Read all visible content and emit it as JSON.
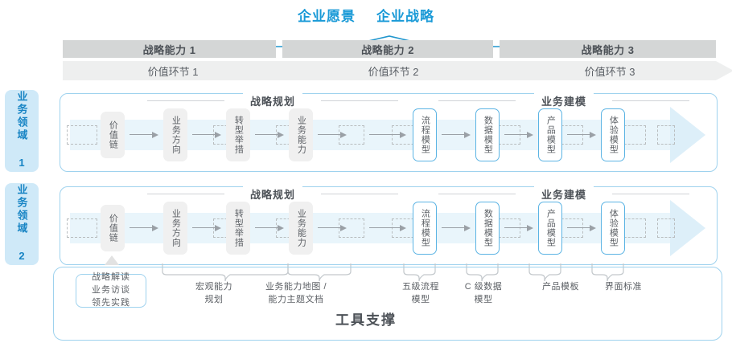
{
  "top": {
    "titles": [
      "企业愿景",
      "企业战略"
    ]
  },
  "capabilities": [
    {
      "label": "战略能力 1"
    },
    {
      "label": "战略能力 2"
    },
    {
      "label": "战略能力 3"
    }
  ],
  "value_segments": [
    {
      "label": "价值环节 1"
    },
    {
      "label": "价值环节 2"
    },
    {
      "label": "价值环节 3"
    }
  ],
  "domains": [
    {
      "side_label": "业务领域 1"
    },
    {
      "side_label": "业务领域 2"
    }
  ],
  "sections": {
    "left_header": "战略规划",
    "right_header": "业务建模"
  },
  "nodes_left": [
    {
      "label": "价值链"
    },
    {
      "label": "业务方向"
    },
    {
      "label": "转型举措"
    },
    {
      "label": "业务能力"
    }
  ],
  "nodes_right": [
    {
      "label": "流程模型"
    },
    {
      "label": "数据模型"
    },
    {
      "label": "产品模型"
    },
    {
      "label": "体验模型"
    }
  ],
  "tool_support": {
    "title": "工具支撑",
    "chip": "战略解读\n业务访谈\n领先实践",
    "chip_lines": [
      "战略解读",
      "业务访谈",
      "领先实践"
    ],
    "items": [
      {
        "lines": [
          "宏观能力",
          "规划"
        ]
      },
      {
        "lines": [
          "业务能力地图 /",
          "能力主题文档"
        ]
      },
      {
        "lines": [
          "五级流程",
          "模型"
        ]
      },
      {
        "lines": [
          "C 级数据",
          "模型"
        ]
      },
      {
        "lines": [
          "产品模板"
        ]
      },
      {
        "lines": [
          "界面标准"
        ]
      }
    ]
  },
  "colors": {
    "accent": "#1a9ad7",
    "bar_grey": "#d4d6d6",
    "arrow_grey": "#eeefef",
    "band_blue": "#e9f5fb",
    "panel_border": "#9ed2ee",
    "side_bg": "#cfe9f8",
    "text_dark": "#4c5157",
    "text_body": "#5d6166"
  }
}
